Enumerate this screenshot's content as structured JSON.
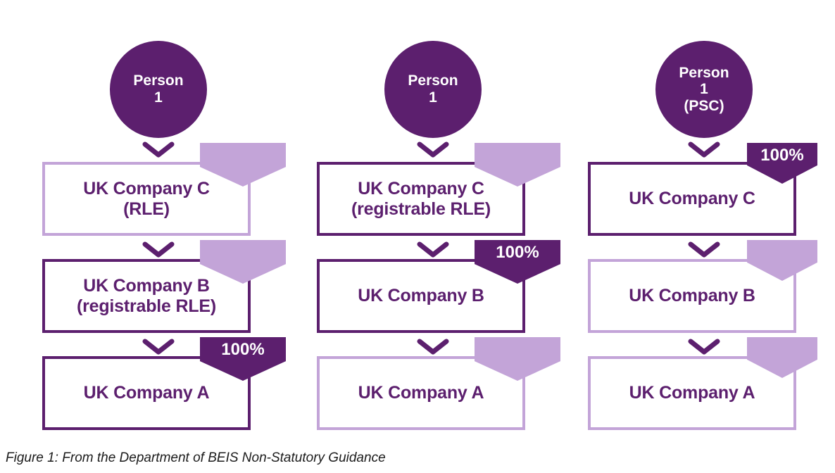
{
  "figure": {
    "caption": "Figure 1: From the Department of BEIS Non-Statutory Guidance"
  },
  "colors": {
    "deep_purple": "#5C1F6E",
    "light_purple": "#C3A4D8",
    "white": "#FFFFFF",
    "caption_text": "#1B1B1B"
  },
  "columns": [
    {
      "person": {
        "lines": [
          "Person",
          "1"
        ]
      },
      "nodes": [
        {
          "lines": [
            "UK Company C",
            "(RLE)"
          ],
          "emphasis": "weak",
          "badge": {
            "style": "light",
            "label": ""
          }
        },
        {
          "lines": [
            "UK Company B",
            "(registrable RLE)"
          ],
          "emphasis": "strong",
          "badge": {
            "style": "light",
            "label": ""
          }
        },
        {
          "lines": [
            "UK Company A"
          ],
          "emphasis": "strong",
          "badge": {
            "style": "dark",
            "label": "100%"
          }
        }
      ]
    },
    {
      "person": {
        "lines": [
          "Person",
          "1"
        ]
      },
      "nodes": [
        {
          "lines": [
            "UK Company C",
            "(registrable RLE)"
          ],
          "emphasis": "strong",
          "badge": {
            "style": "light",
            "label": ""
          }
        },
        {
          "lines": [
            "UK Company B"
          ],
          "emphasis": "strong",
          "badge": {
            "style": "dark",
            "label": "100%"
          }
        },
        {
          "lines": [
            "UK Company A"
          ],
          "emphasis": "weak",
          "badge": {
            "style": "light",
            "label": ""
          }
        }
      ]
    },
    {
      "person": {
        "lines": [
          "Person",
          "1",
          "(PSC)"
        ]
      },
      "nodes": [
        {
          "lines": [
            "UK Company C"
          ],
          "emphasis": "strong",
          "badge": {
            "style": "dark",
            "label": "100%"
          }
        },
        {
          "lines": [
            "UK Company B"
          ],
          "emphasis": "weak",
          "badge": {
            "style": "light",
            "label": ""
          }
        },
        {
          "lines": [
            "UK Company A"
          ],
          "emphasis": "weak",
          "badge": {
            "style": "light",
            "label": ""
          }
        }
      ]
    }
  ]
}
